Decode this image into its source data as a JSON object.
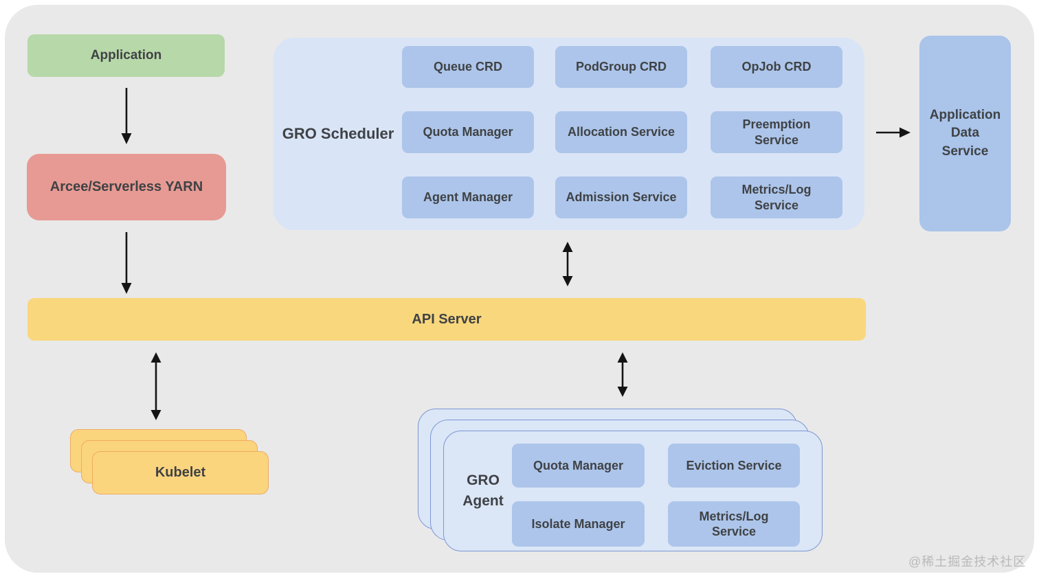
{
  "app": {
    "label": "Application"
  },
  "arcee": {
    "label": "Arcee/Serverless YARN"
  },
  "api": {
    "label": "API Server"
  },
  "kubelet": {
    "label": "Kubelet"
  },
  "ads": {
    "label": "Application\nData\nService"
  },
  "scheduler": {
    "label": "GRO Scheduler",
    "cells": [
      "Queue CRD",
      "PodGroup CRD",
      "OpJob CRD",
      "Quota Manager",
      "Allocation Service",
      "Preemption\nService",
      "Agent Manager",
      "Admission Service",
      "Metrics/Log\nService"
    ]
  },
  "agent": {
    "label": "GRO\nAgent",
    "cells": [
      "Quota Manager",
      "Eviction Service",
      "Isolate Manager",
      "Metrics/Log\nService"
    ]
  },
  "watermark": "@稀土掘金技术社区",
  "colors": {
    "canvas_bg": "#e9e9e9",
    "application_green": "#b7d8a9",
    "yarn_red": "#e79a93",
    "container_light_blue": "#d9e4f6",
    "component_blue": "#adc5ea",
    "api_yellow": "#f9d77d",
    "kubelet_yellow": "#fbd57e",
    "kubelet_border_orange": "#eeab5f",
    "agent_border_blue": "#7b96d2",
    "text_dark": "#3f4245",
    "arrow_black": "#141414",
    "watermark_gray": "#b9b9b9"
  }
}
